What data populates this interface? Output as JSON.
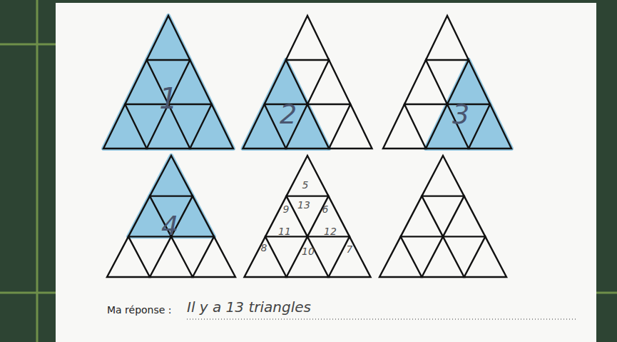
{
  "diagram": {
    "labels": [
      "1",
      "2",
      "3",
      "4",
      "5",
      "13",
      "6",
      "9",
      "11",
      "12",
      "8",
      "10",
      "7",
      "Ma réponse :",
      "Il y a 13 triangles"
    ]
  }
}
